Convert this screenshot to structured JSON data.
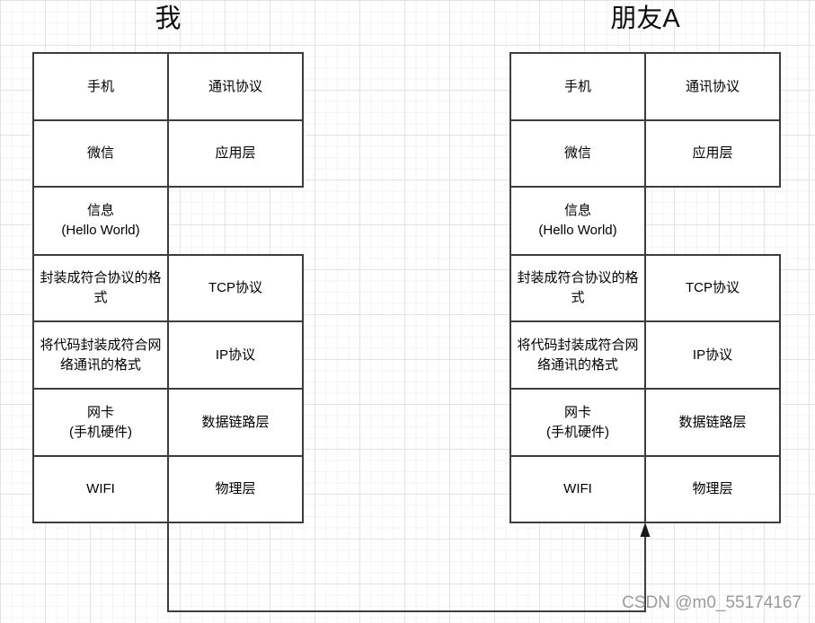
{
  "diagram": {
    "stacks": [
      {
        "title": "我",
        "rows": [
          {
            "left": "手机",
            "right": "通讯协议"
          },
          {
            "left": "微信",
            "right": "应用层"
          },
          {
            "left": "信息\n(Hello World)",
            "right": ""
          },
          {
            "left": "封装成符合协议的格\n式",
            "right": "TCP协议"
          },
          {
            "left": "将代码封装成符合网\n络通讯的格式",
            "right": "IP协议"
          },
          {
            "left": "网卡\n(手机硬件)",
            "right": "数据链路层"
          },
          {
            "left": "WIFI",
            "right": "物理层"
          }
        ]
      },
      {
        "title": "朋友A",
        "rows": [
          {
            "left": "手机",
            "right": "通讯协议"
          },
          {
            "left": "微信",
            "right": "应用层"
          },
          {
            "left": "信息\n(Hello World)",
            "right": ""
          },
          {
            "left": "封装成符合协议的格\n式",
            "right": "TCP协议"
          },
          {
            "left": "将代码封装成符合网\n络通讯的格式",
            "right": "IP协议"
          },
          {
            "left": "网卡\n(手机硬件)",
            "right": "数据链路层"
          },
          {
            "left": "WIFI",
            "right": "物理层"
          }
        ]
      }
    ],
    "connector": {
      "arrow_icon": "arrow-up"
    },
    "watermark": "CSDN @m0_55174167",
    "colors": {
      "line": "#3d3d3d",
      "text": "#000000",
      "watermark": "#9b9b9b",
      "grid_minor": "#f5f3f4",
      "grid_major": "#e4e2e3"
    }
  }
}
